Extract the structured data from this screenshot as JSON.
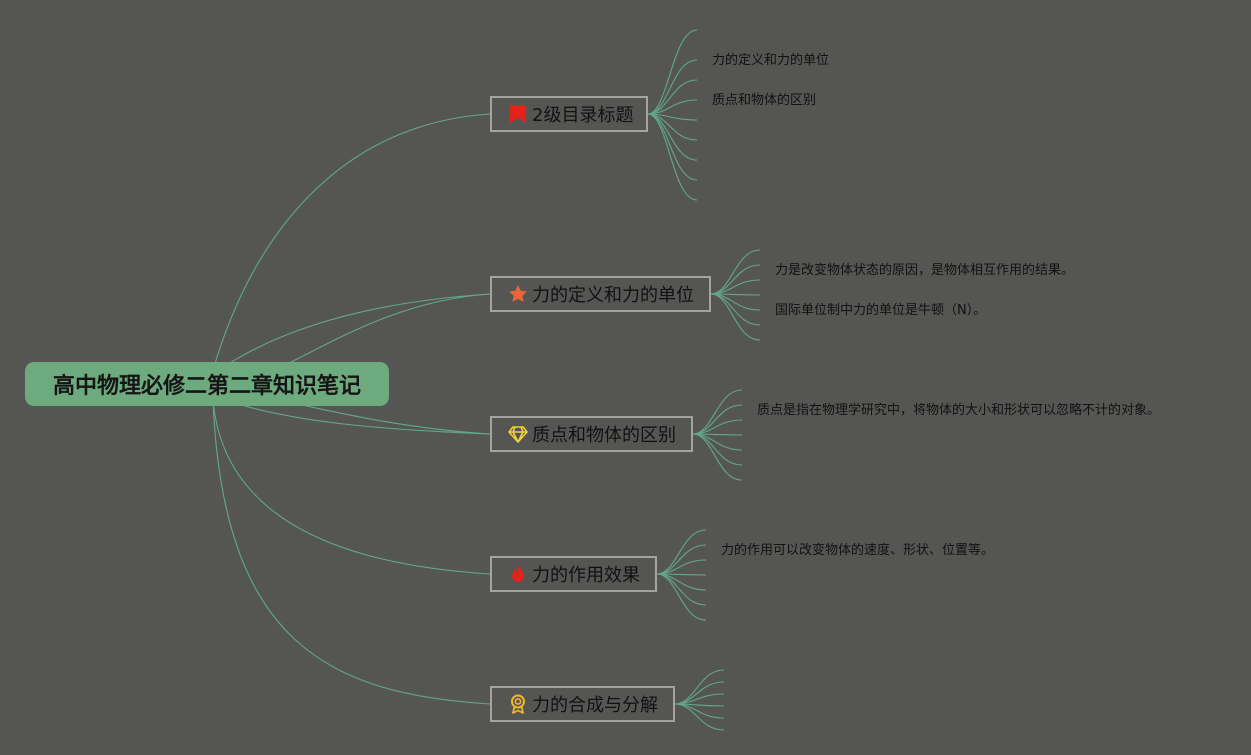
{
  "root": {
    "title": "高中物理必修二第二章知识笔记"
  },
  "branches": [
    {
      "label": "2级目录标题",
      "icon": "red-flag-icon",
      "color": "#e2231a",
      "children": [
        "力的定义和力的单位",
        "质点和物体的区别"
      ]
    },
    {
      "label": "力的定义和力的单位",
      "icon": "star-icon",
      "color": "#e8643a",
      "children": [
        "力是改变物体状态的原因，是物体相互作用的结果。",
        "国际单位制中力的单位是牛顿（N）。"
      ]
    },
    {
      "label": "质点和物体的区别",
      "icon": "diamond-icon",
      "color": "#f2d33a",
      "children": [
        "质点是指在物理学研究中，将物体的大小和形状可以忽略不计的对象。"
      ]
    },
    {
      "label": "力的作用效果",
      "icon": "fire-icon",
      "color": "#e2231a",
      "children": [
        "力的作用可以改变物体的速度、形状、位置等。"
      ]
    },
    {
      "label": "力的合成与分解",
      "icon": "medal-icon",
      "color": "#f0b52a",
      "children": []
    }
  ],
  "colors": {
    "background": "#555654",
    "root": "#6daa7e",
    "connector": "#62a88a"
  }
}
